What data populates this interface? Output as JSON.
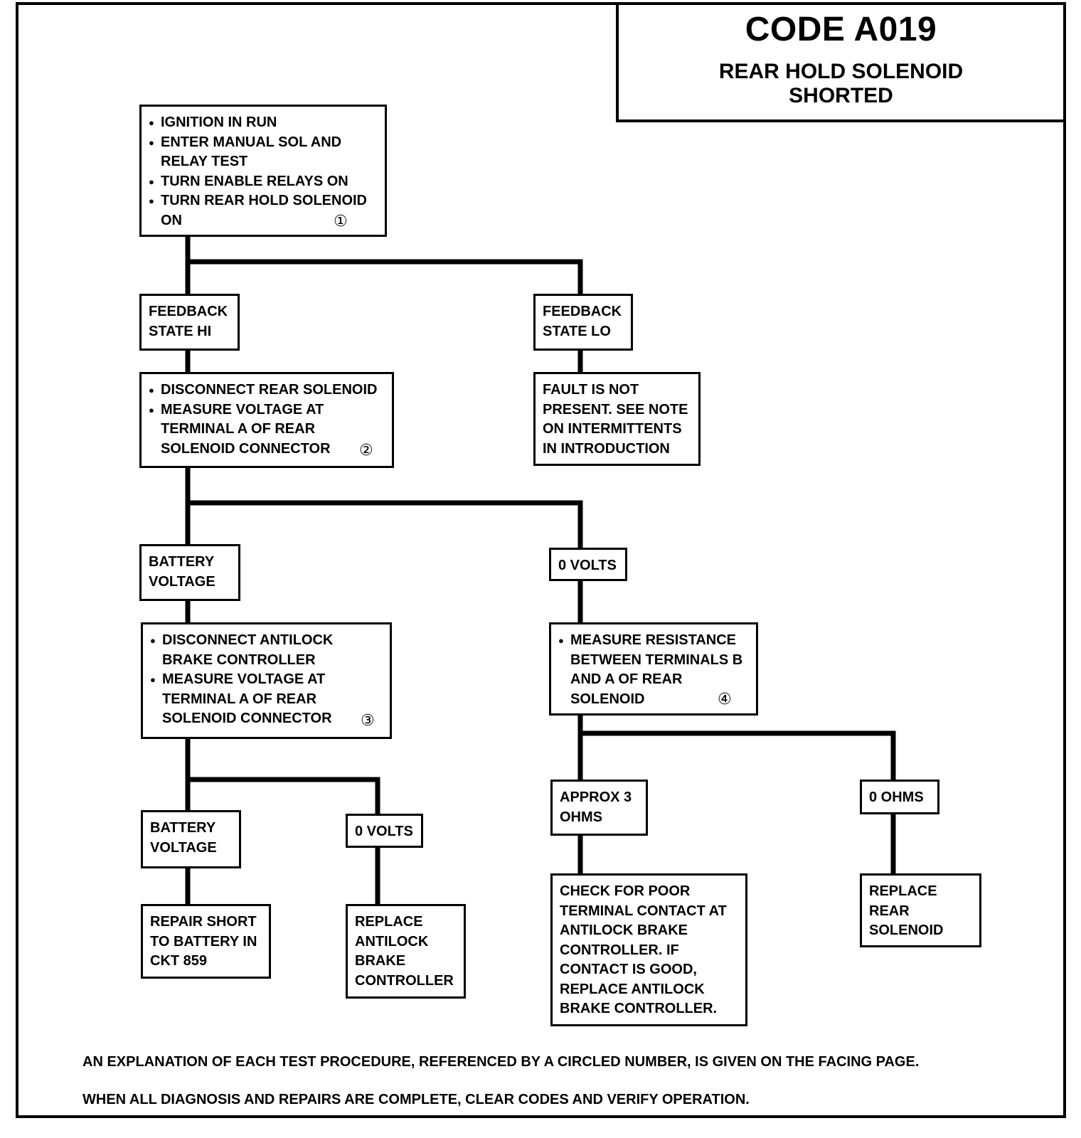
{
  "title": {
    "code": "CODE A019",
    "subtitle_line1": "REAR HOLD SOLENOID",
    "subtitle_line2": "SHORTED"
  },
  "nodes": {
    "start": {
      "items": [
        "IGNITION IN RUN",
        "ENTER MANUAL SOL AND RELAY TEST",
        "TURN ENABLE RELAYS ON",
        "TURN REAR HOLD SOLENOID ON"
      ],
      "marker": "①"
    },
    "feedback_hi": {
      "lines": [
        "FEEDBACK",
        "STATE HI"
      ]
    },
    "feedback_lo": {
      "lines": [
        "FEEDBACK",
        "STATE LO"
      ]
    },
    "disconnect_rear": {
      "items": [
        "DISCONNECT REAR SOLENOID",
        "MEASURE VOLTAGE AT TERMINAL A OF REAR SOLENOID CONNECTOR"
      ],
      "marker": "②"
    },
    "fault_not_present": {
      "lines": [
        "FAULT IS NOT",
        "PRESENT. SEE NOTE",
        "ON INTERMITTENTS",
        "IN INTRODUCTION"
      ]
    },
    "battery_voltage_1": {
      "lines": [
        "BATTERY",
        "VOLTAGE"
      ]
    },
    "zero_volts_1": {
      "lines": [
        "0 VOLTS"
      ]
    },
    "disconnect_controller": {
      "items": [
        "DISCONNECT ANTILOCK BRAKE CONTROLLER",
        "MEASURE VOLTAGE AT TERMINAL A OF REAR SOLENOID CONNECTOR"
      ],
      "marker": "③"
    },
    "measure_resistance": {
      "items": [
        "MEASURE RESISTANCE BETWEEN TERMINALS B AND A OF REAR SOLENOID"
      ],
      "marker": "④"
    },
    "battery_voltage_2": {
      "lines": [
        "BATTERY",
        "VOLTAGE"
      ]
    },
    "zero_volts_2": {
      "lines": [
        "0 VOLTS"
      ]
    },
    "approx_3_ohms": {
      "lines": [
        "APPROX 3",
        "OHMS"
      ]
    },
    "zero_ohms": {
      "lines": [
        "0 OHMS"
      ]
    },
    "repair_short": {
      "lines": [
        "REPAIR SHORT",
        "TO BATTERY IN",
        "CKT 859"
      ]
    },
    "replace_controller": {
      "lines": [
        "REPLACE",
        "ANTILOCK",
        "BRAKE",
        "CONTROLLER"
      ]
    },
    "check_contact": {
      "lines": [
        "CHECK FOR POOR",
        "TERMINAL CONTACT AT",
        "ANTILOCK BRAKE",
        "CONTROLLER. IF",
        "CONTACT IS GOOD,",
        "REPLACE ANTILOCK",
        "BRAKE CONTROLLER."
      ]
    },
    "replace_solenoid": {
      "lines": [
        "REPLACE",
        "REAR",
        "SOLENOID"
      ]
    }
  },
  "footer": {
    "note1": "AN EXPLANATION OF EACH TEST PROCEDURE, REFERENCED BY A CIRCLED NUMBER, IS GIVEN ON THE FACING PAGE.",
    "note2": "WHEN ALL DIAGNOSIS AND REPAIRS ARE COMPLETE, CLEAR CODES AND VERIFY OPERATION."
  }
}
